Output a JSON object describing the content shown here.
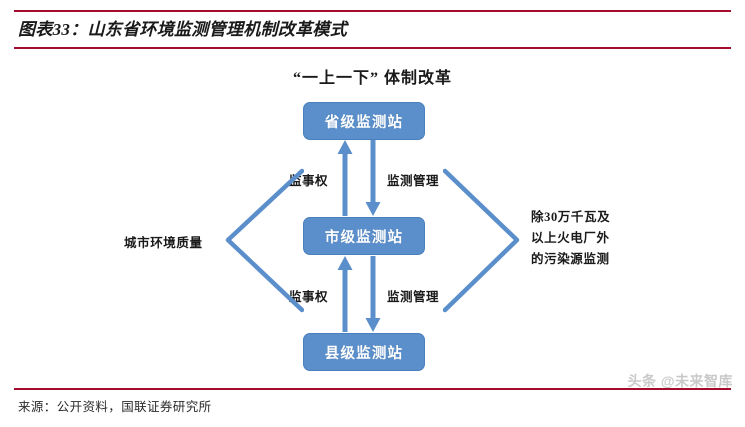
{
  "header": {
    "title": "图表33：山东省环境监测管理机制改革模式",
    "rule_color": "#A50B2D"
  },
  "diagram": {
    "subtitle": "“一上一下” 体制改革",
    "accent_color": "#5B8FCB",
    "nodes": [
      {
        "id": "province",
        "label": "省级监测站"
      },
      {
        "id": "city",
        "label": "市级监测站"
      },
      {
        "id": "county",
        "label": "县级监测站"
      }
    ],
    "edges": [
      {
        "id": "prov-city-up",
        "label": "监事权",
        "direction": "up"
      },
      {
        "id": "prov-city-down",
        "label": "监测管理",
        "direction": "down"
      },
      {
        "id": "city-cnty-up",
        "label": "监事权",
        "direction": "up"
      },
      {
        "id": "city-cnty-down",
        "label": "监测管理",
        "direction": "down"
      }
    ],
    "side_labels": {
      "left": "城市环境质量",
      "right_lines": [
        "除30万千瓦及",
        "以上火电厂外",
        "的污染源监测"
      ]
    }
  },
  "footer": {
    "source": "来源：公开资料，国联证券研究所",
    "watermark": "头条 @未来智库"
  }
}
